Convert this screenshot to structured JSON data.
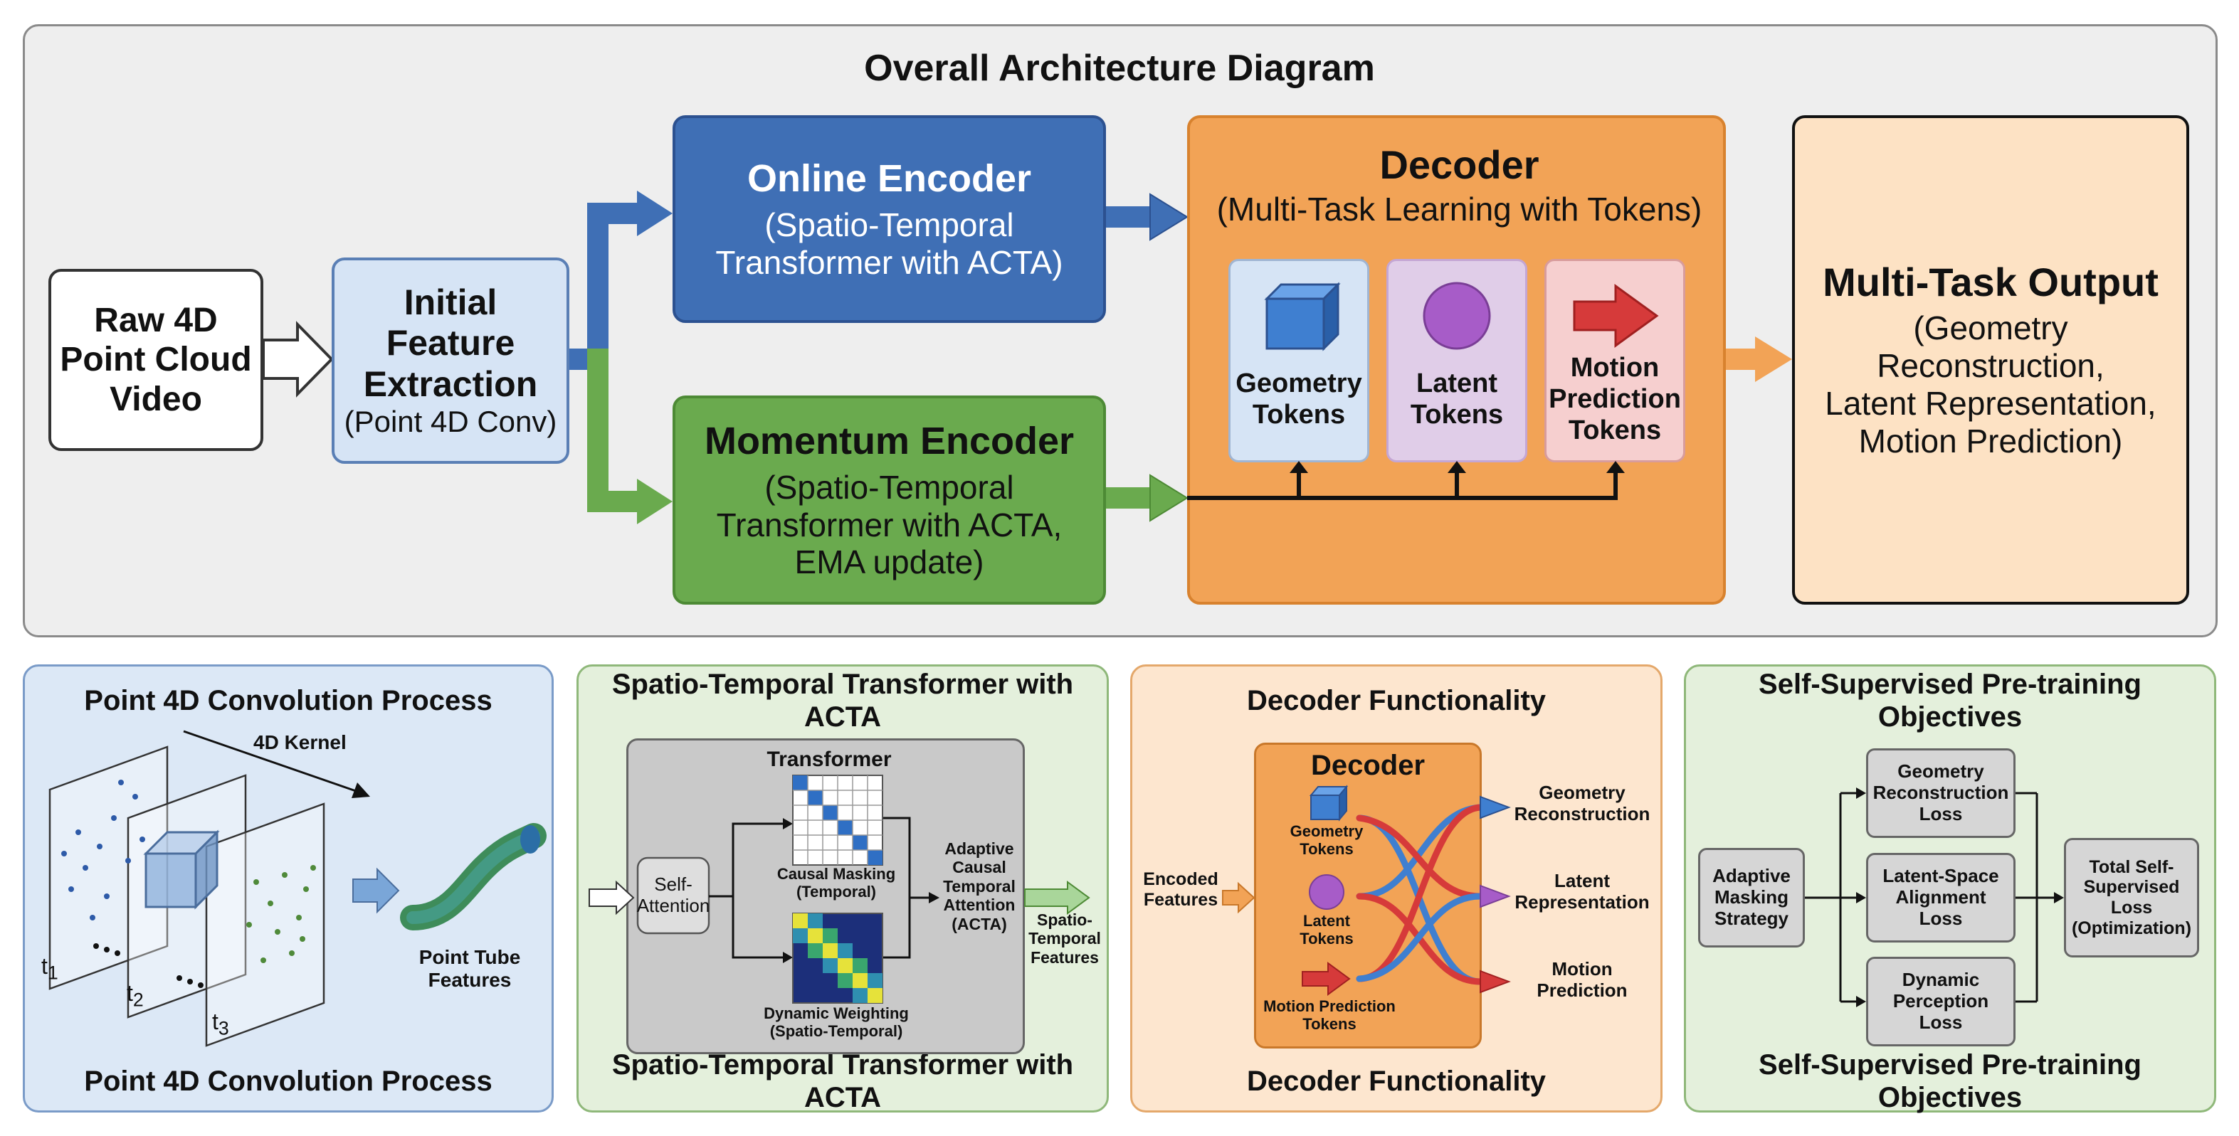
{
  "top": {
    "title": "Overall Architecture Diagram",
    "input": {
      "l1": "Raw 4D",
      "l2": "Point Cloud",
      "l3": "Video"
    },
    "feature": {
      "l1": "Initial",
      "l2": "Feature",
      "l3": "Extraction",
      "l4": "(Point 4D Conv)"
    },
    "online": {
      "title": "Online Encoder",
      "l1": "(Spatio-Temporal",
      "l2": "Transformer with ACTA)"
    },
    "momentum": {
      "title": "Momentum Encoder",
      "l1": "(Spatio-Temporal",
      "l2": "Transformer with ACTA,",
      "l3": "EMA update)"
    },
    "decoder": {
      "title": "Decoder",
      "subtitle": "(Multi-Task Learning with Tokens)",
      "tokens": [
        {
          "l1": "Geometry",
          "l2": "Tokens",
          "l3": ""
        },
        {
          "l1": "Latent",
          "l2": "Tokens",
          "l3": ""
        },
        {
          "l1": "Motion",
          "l2": "Prediction",
          "l3": "Tokens"
        }
      ]
    },
    "output": {
      "title": "Multi-Task Output",
      "l1": "(Geometry",
      "l2": "Reconstruction,",
      "l3": "Latent Representation,",
      "l4": "Motion Prediction)"
    }
  },
  "panel1": {
    "title": "Point 4D Convolution Process",
    "footer": "Point 4D Convolution Process",
    "kernel": "4D Kernel",
    "t1": "t",
    "t2": "t",
    "t3": "t",
    "s1": "1",
    "s2": "2",
    "s3": "3",
    "result_l1": "Point Tube",
    "result_l2": "Features"
  },
  "panel2": {
    "title": "Spatio-Temporal Transformer with ACTA",
    "footer": "Spatio-Temporal Transformer with ACTA",
    "transformer": "Transformer",
    "self_l1": "Self-",
    "self_l2": "Attention",
    "causal_l1": "Causal Masking",
    "causal_l2": "(Temporal)",
    "dyn_l1": "Dynamic Weighting",
    "dyn_l2": "(Spatio-Temporal)",
    "acta": [
      "Adaptive",
      "Causal",
      "Temporal",
      "Attention",
      "(ACTA)"
    ],
    "out": [
      "Spatio-",
      "Temporal",
      "Features"
    ]
  },
  "panel3": {
    "title": "Decoder Functionality",
    "footer": "Decoder Functionality",
    "decoder": "Decoder",
    "encoded_l1": "Encoded",
    "encoded_l2": "Features",
    "tok1_l1": "Geometry",
    "tok1_l2": "Tokens",
    "tok2_l1": "Latent",
    "tok2_l2": "Tokens",
    "tok3_l1": "Motion Prediction",
    "tok3_l2": "Tokens",
    "out1_l1": "Geometry",
    "out1_l2": "Reconstruction",
    "out2_l1": "Latent",
    "out2_l2": "Representation",
    "out3_l1": "Motion",
    "out3_l2": "Prediction"
  },
  "panel4": {
    "title": "Self-Supervised Pre-training Objectives",
    "footer": "Self-Supervised Pre-training Objectives",
    "adaptive": [
      "Adaptive",
      "Masking",
      "Strategy"
    ],
    "geo": [
      "Geometry",
      "Reconstruction",
      "Loss"
    ],
    "lat": [
      "Latent-Space",
      "Alignment",
      "Loss"
    ],
    "dyn": [
      "Dynamic",
      "Perception",
      "Loss"
    ],
    "total": [
      "Total Self-",
      "Supervised",
      "Loss",
      "(Optimization)"
    ]
  },
  "colors": {
    "blue_dark": "#3f6fb5",
    "green": "#6aaa4e",
    "orange": "#f2a356",
    "output": "#fde2c4",
    "feature": "#d6e4f5"
  }
}
